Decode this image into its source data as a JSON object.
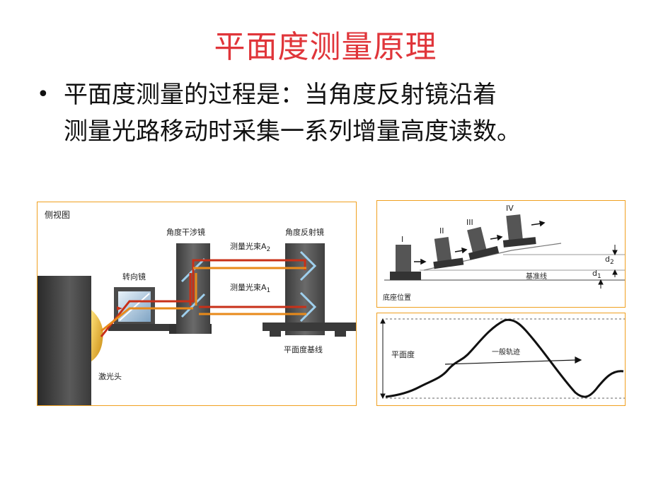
{
  "slide": {
    "title": "平面度测量原理",
    "bullet_lines": [
      "平面度测量的过程是：当角度反射镜沿着",
      "测量光路移动时采集一系列增量高度读数。"
    ]
  },
  "side_view": {
    "label": "侧视图",
    "interferometer": "角度干涉镜",
    "reflector": "角度反射镜",
    "beam_a2": "测量光束A",
    "beam_a2_sub": "2",
    "beam_a1": "测量光束A",
    "beam_a1_sub": "1",
    "turning_mirror": "转向镜",
    "baseline": "平面度基线",
    "laser_head": "激光头"
  },
  "steps_view": {
    "positions": [
      "I",
      "II",
      "III",
      "IV"
    ],
    "d2": "d",
    "d2_sub": "2",
    "d1": "d",
    "d1_sub": "1",
    "reference_line": "基准线",
    "base_position": "底座位置"
  },
  "curve_view": {
    "flatness": "平面度",
    "trajectory": "一般轨迹"
  },
  "colors": {
    "title": "#e0353a",
    "frame": "#f0a020",
    "beam_red": "#c83018",
    "beam_orange": "#e88a1a"
  }
}
